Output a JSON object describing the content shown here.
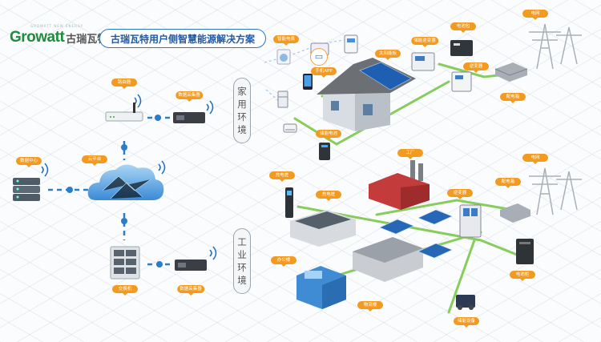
{
  "logo": {
    "word": "Growatt",
    "cn": "古瑞瓦特",
    "sub": "GROWATT NEW ENERGY"
  },
  "title": "古瑞瓦特用户侧智慧能源解决方案",
  "sections": {
    "home": [
      "家",
      "用",
      "环",
      "境"
    ],
    "industry": [
      "工",
      "业",
      "环",
      "境"
    ]
  },
  "labels": {
    "router": "路由器",
    "data_logger_top": "数据采集器",
    "cloud": "云平台",
    "data_center": "数据中心",
    "switch": "交换机",
    "data_logger_bottom": "数据采集器",
    "smart_meter_home": "智能电表",
    "mobile_app": "手机APP",
    "solar_panel_home": "太阳能板",
    "storage_inverter": "储能逆变器",
    "battery_home": "电池包",
    "inverter_home": "逆变器",
    "distribution_box_home": "配电箱",
    "grid_home": "电网",
    "battery_pack_home": "储能电池",
    "factory": "工厂",
    "charging_pile": "充电桩",
    "office_building": "办公楼",
    "logistics_building": "物流楼",
    "inverter_industry": "逆变器",
    "distribution_box_industry": "配电箱",
    "grid_industry": "电网",
    "battery_industry": "电池柜",
    "load": "负载",
    "ev_charger": "储能设备"
  },
  "colors": {
    "accent": "#f39a21",
    "link": "#8fd166",
    "title": "#1e5aa6",
    "logo": "#1d8c3c"
  }
}
